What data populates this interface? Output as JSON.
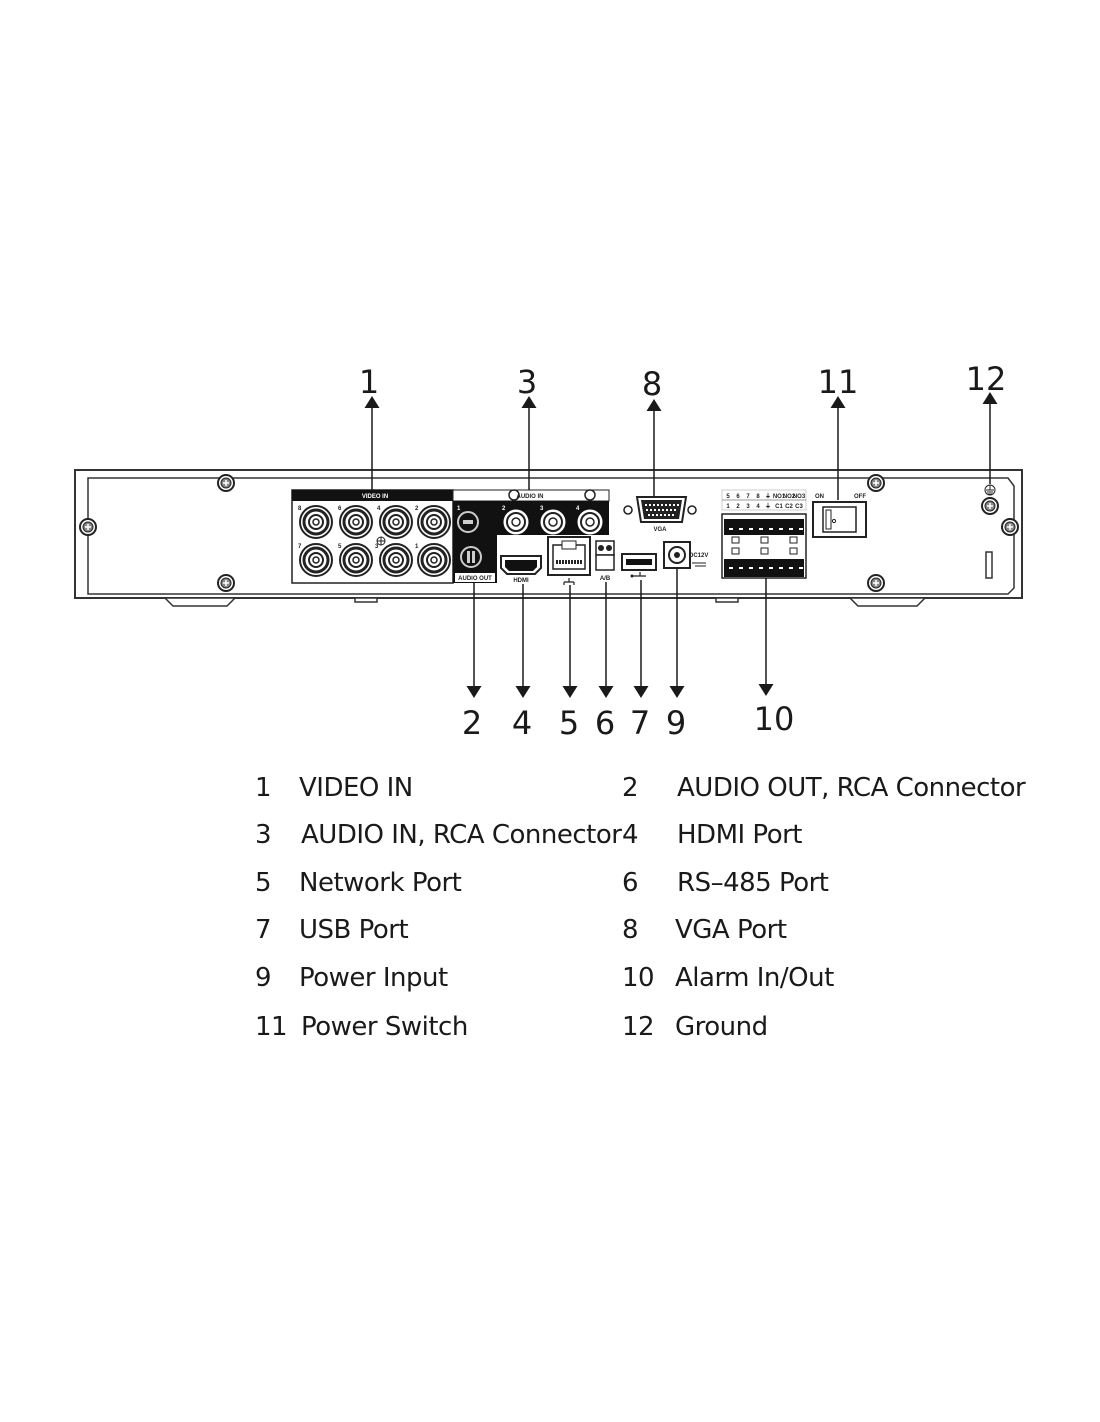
{
  "callouts_top": [
    "1",
    "3",
    "8",
    "11",
    "12"
  ],
  "callouts_bottom": [
    "2",
    "4",
    "5",
    "6",
    "7",
    "9",
    "10"
  ],
  "panel": {
    "video_in": "VIDEO IN",
    "video_channels_top": [
      "8",
      "6",
      "4",
      "2"
    ],
    "video_channels_bottom": [
      "7",
      "5",
      "3",
      "1"
    ],
    "audio_in": "AUDIO IN",
    "audio_channels": [
      "1",
      "2",
      "3",
      "4"
    ],
    "audio_out": "AUDIO OUT",
    "hdmi": "HDMI",
    "ab": "A/B",
    "vga": "VGA",
    "dc": "DC12V",
    "alarm_top": [
      "5",
      "6",
      "7",
      "8",
      "⏚",
      "NO1",
      "NO2",
      "NO3"
    ],
    "alarm_bottom": [
      "1",
      "2",
      "3",
      "4",
      "⏚",
      "C1",
      "C2",
      "C3"
    ],
    "switch_on": "ON",
    "switch_off": "OFF"
  },
  "legend": [
    {
      "num": "1",
      "label": "VIDEO IN"
    },
    {
      "num": "2",
      "label": "AUDIO OUT, RCA Connector"
    },
    {
      "num": "3",
      "label": "AUDIO IN, RCA Connector"
    },
    {
      "num": "4",
      "label": "HDMI Port"
    },
    {
      "num": "5",
      "label": "Network Port"
    },
    {
      "num": "6",
      "label": "RS–485 Port"
    },
    {
      "num": "7",
      "label": "USB Port"
    },
    {
      "num": "8",
      "label": "VGA Port"
    },
    {
      "num": "9",
      "label": "Power Input"
    },
    {
      "num": "10",
      "label": "Alarm In/Out"
    },
    {
      "num": "11",
      "label": "Power Switch"
    },
    {
      "num": "12",
      "label": "Ground"
    }
  ]
}
